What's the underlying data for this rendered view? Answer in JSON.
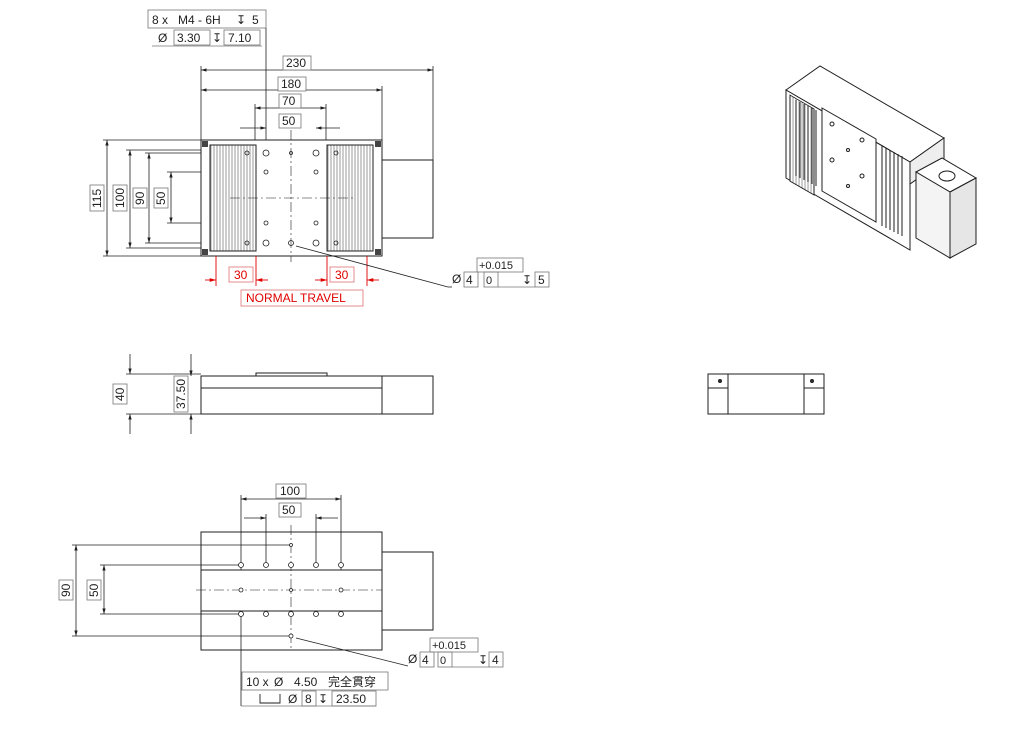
{
  "colors": {
    "line": "#1f1f1f",
    "dim": "#333333",
    "travel": "#e00000",
    "shade": "#cfcfcf"
  },
  "top_view": {
    "thread_callout": {
      "qty": "8 x",
      "thread": "M4 - 6H",
      "depth_symbol": "↧",
      "depth": "5",
      "dia_symbol": "Ø",
      "drill_dia": "3.30",
      "drill_depth": "7.10"
    },
    "dims": {
      "overall_width": "230",
      "width_180": "180",
      "width_70": "70",
      "width_50": "50",
      "height_115": "115",
      "height_100": "100",
      "height_90": "90",
      "height_50": "50",
      "travel_left": "30",
      "travel_right": "30"
    },
    "normal_travel": "NORMAL TRAVEL",
    "pin_callout": {
      "dia_symbol": "Ø",
      "dia": "4",
      "tol_upper": "+0.015",
      "tol_lower": "0",
      "depth_symbol": "↧",
      "depth": "5"
    }
  },
  "front_view": {
    "dims": {
      "height_40": "40",
      "height_37_5": "37.50"
    }
  },
  "bottom_view": {
    "dims": {
      "width_100": "100",
      "width_50": "50",
      "height_90": "90",
      "height_50": "50"
    },
    "pin_callout": {
      "dia_symbol": "Ø",
      "dia": "4",
      "tol_upper": "+0.015",
      "tol_lower": "0",
      "depth_symbol": "↧",
      "depth": "4"
    },
    "hole_callout": {
      "qty": "10 x",
      "dia_symbol": "Ø",
      "dia": "4.50",
      "note": "完全貫穿",
      "cbore_dia": "8",
      "cbore_depth_symbol": "↧",
      "cbore_depth": "23.50"
    }
  }
}
